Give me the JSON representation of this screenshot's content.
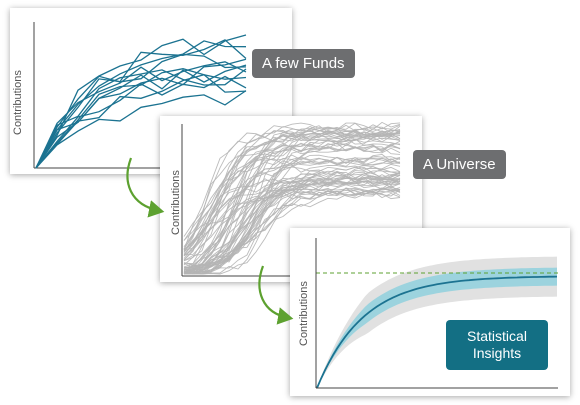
{
  "panels": [
    {
      "ylabel": "Contributions",
      "tag": "A few Funds"
    },
    {
      "ylabel": "Contributions",
      "tag": "A Universe"
    },
    {
      "ylabel": "Contributions",
      "tag": "Statistical Insights"
    }
  ],
  "colors": {
    "fund_lines": "#1c7391",
    "universe_lines": "#b5b5b5",
    "median": "#1c7391",
    "inner_band": "#9cd3de",
    "outer_band": "#e1e1e1",
    "reference_line": "#5da130",
    "arrow": "#5da130",
    "tag_gray": "#6d6e70",
    "tag_teal": "#136f84"
  }
}
